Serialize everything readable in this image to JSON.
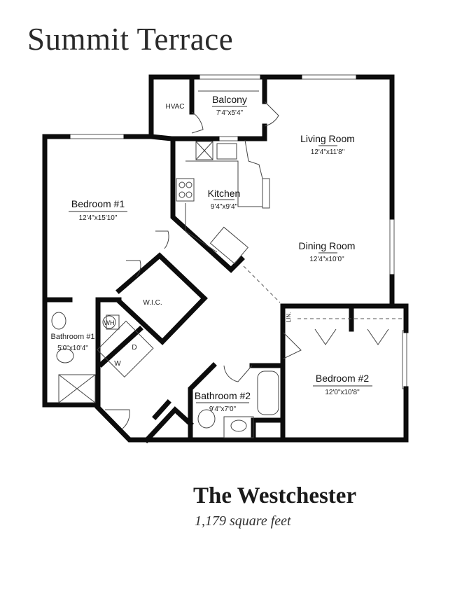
{
  "header": {
    "title": "Summit Terrace"
  },
  "plan": {
    "name": "The Westchester",
    "area": "1,179 square feet"
  },
  "rooms": {
    "hvac": {
      "label": "HVAC"
    },
    "balcony": {
      "label": "Balcony",
      "size": "7'4\"x5'4\""
    },
    "living": {
      "label": "Living Room",
      "size": "12'4\"x11'8\""
    },
    "kitchen": {
      "label": "Kitchen",
      "size": "9'4\"x9'4\""
    },
    "bedroom1": {
      "label": "Bedroom #1",
      "size": "12'4\"x15'10\""
    },
    "dining": {
      "label": "Dining Room",
      "size": "12'4\"x10'0\""
    },
    "wic": {
      "label": "W.I.C."
    },
    "wh": {
      "label": "WH"
    },
    "bathroom1": {
      "label": "Bathroom #1",
      "size": "5'0\"x10'4\""
    },
    "dryer": {
      "label": "D"
    },
    "washer": {
      "label": "W"
    },
    "linen": {
      "label": "LIN."
    },
    "bathroom2": {
      "label": "Bathroom #2",
      "size": "9'4\"x7'0\""
    },
    "bedroom2": {
      "label": "Bedroom #2",
      "size": "12'0\"x10'8\""
    }
  }
}
